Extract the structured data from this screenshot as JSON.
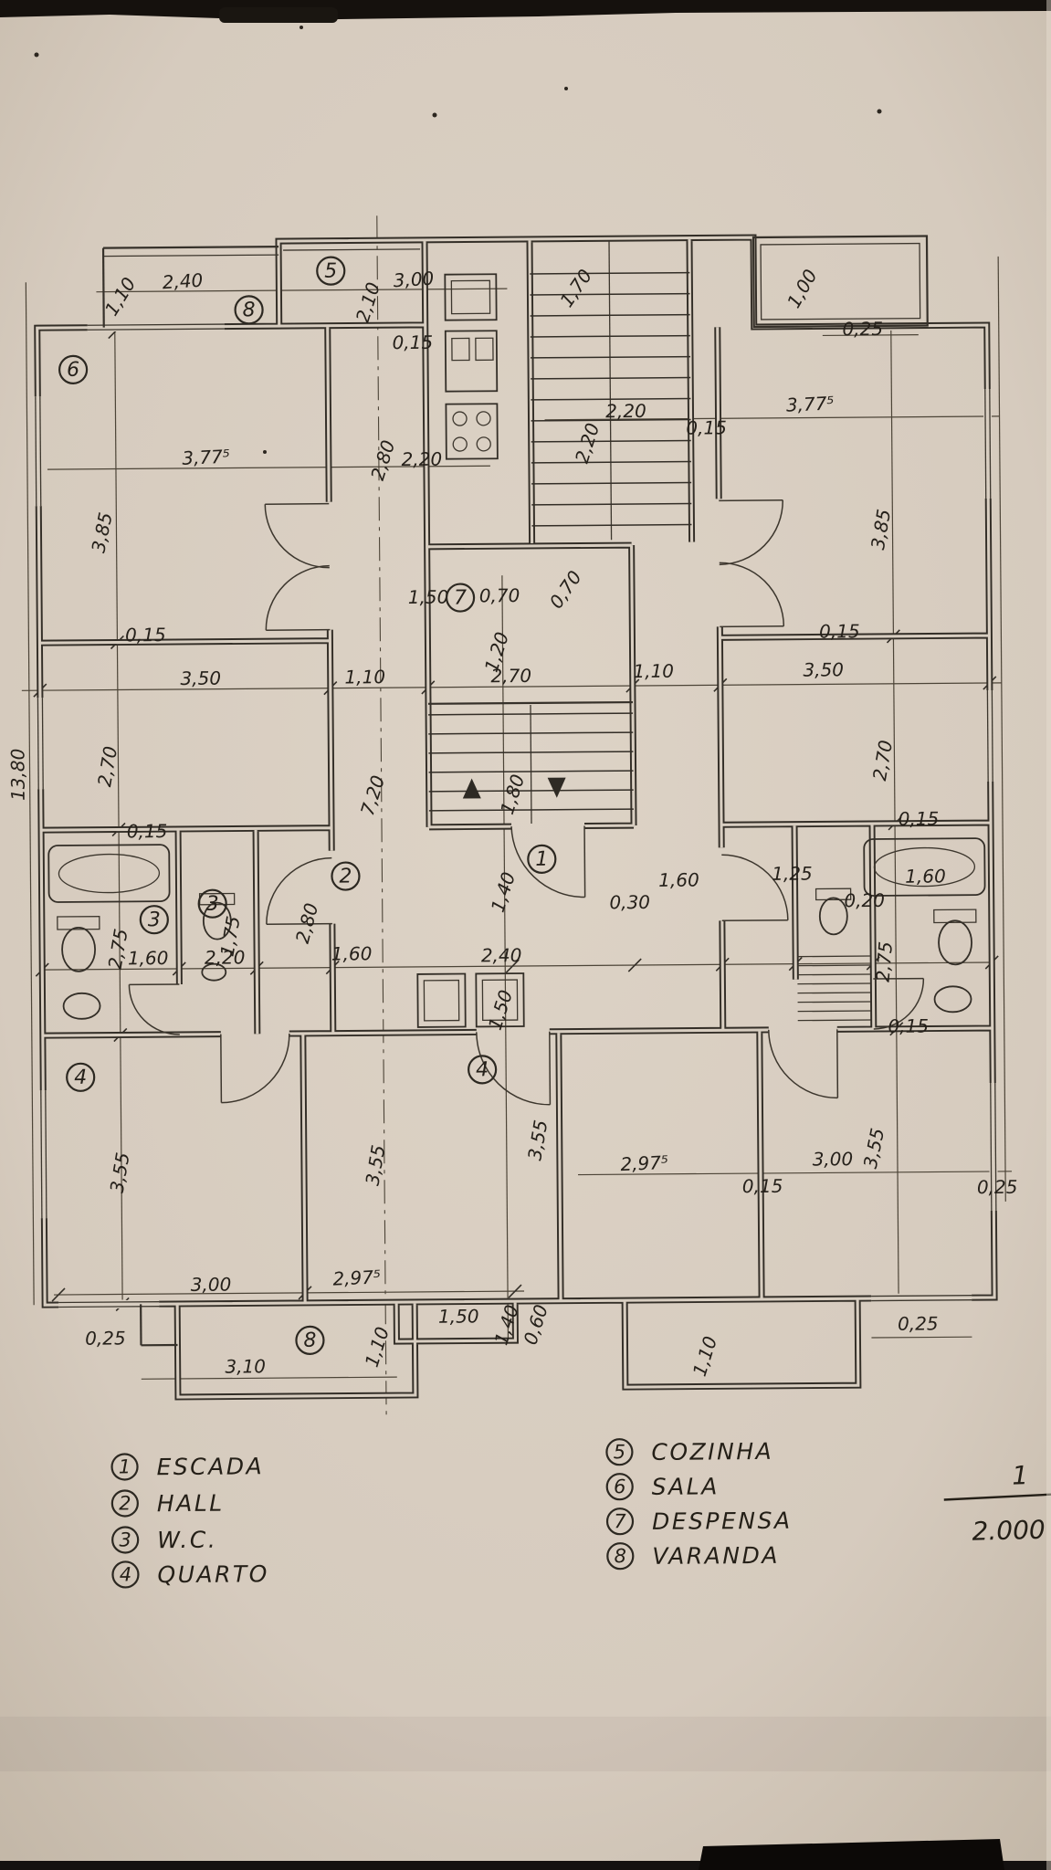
{
  "document": {
    "kind": "hand-drawn apartment floor plan (photographed sheet)",
    "language": "Portuguese"
  },
  "colors": {
    "paper": "#d8cec1",
    "ink": "#332e27",
    "dim_line": "#4c4437"
  },
  "scale": {
    "numerator": "1",
    "denominator": "2.000"
  },
  "legend": {
    "left": [
      {
        "num": "1",
        "label": "ESCADA"
      },
      {
        "num": "2",
        "label": "HALL"
      },
      {
        "num": "3",
        "label": "W.C."
      },
      {
        "num": "4",
        "label": "QUARTO"
      }
    ],
    "right": [
      {
        "num": "5",
        "label": "COZINHA"
      },
      {
        "num": "6",
        "label": "SALA"
      },
      {
        "num": "7",
        "label": "DESPENSA"
      },
      {
        "num": "8",
        "label": "VARANDA"
      }
    ]
  },
  "room_markers": [
    "5",
    "8",
    "6",
    "7",
    "2",
    "1",
    "3",
    "3",
    "4",
    "4",
    "8"
  ],
  "dims": [
    "2,40",
    "1,10",
    "3,00",
    "2,10",
    "1,70",
    "1,00",
    "0,25",
    "0,15",
    "2,20",
    "3,77⁵",
    "0,15",
    "3,77⁵",
    "2,20",
    "2,80",
    "2,20",
    "3,85",
    "3,85",
    "1,50",
    "0,70",
    "0,70",
    "1,20",
    "0,15",
    "0,15",
    "3,50",
    "1,10",
    "2,70",
    "1,10",
    "3,50",
    "2,70",
    "7,20",
    "1,80",
    "2,70",
    "0,15",
    "0,15",
    "13,80",
    "1,40",
    "1,60",
    "0,30",
    "1,25",
    "1,60",
    "0,20",
    "2,75",
    "1,75",
    "2,80",
    "2,75",
    "1,60",
    "2,20",
    "1,60",
    "2,40",
    "1,50",
    "0,15",
    "3,55",
    "3,55",
    "3,55",
    "2,97⁵",
    "3,00",
    "3,55",
    "0,15",
    "0,25",
    "3,00",
    "2,97⁵",
    "1,50",
    "1,40",
    "0,60",
    "0,25",
    "1,10",
    "3,10",
    "1,10",
    "0,25"
  ]
}
